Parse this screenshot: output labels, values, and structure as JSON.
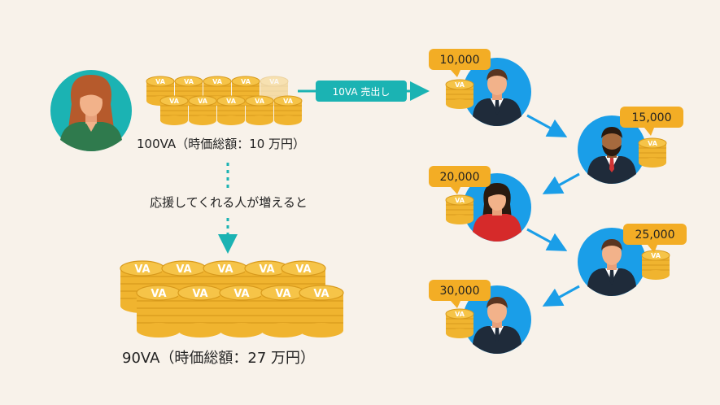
{
  "colors": {
    "background": "#f8f2ea",
    "teal": "#1bb3b3",
    "blue": "#1a9ee8",
    "coin_gold": "#f0b42f",
    "coin_dark": "#d89a1c",
    "badge": "#f3ad25",
    "text": "#222222"
  },
  "owner": {
    "holding_label": "100VA（時価総額：10 万円）",
    "sell_label": "10VA 売出し"
  },
  "support_label": "応援してくれる人が増えると",
  "result_label": "90VA（時価総額：27 万円）",
  "coin_mark": "VA",
  "buyers": [
    {
      "price": "10,000",
      "avatar": "man-suit-icon"
    },
    {
      "price": "15,000",
      "avatar": "man-beard-icon"
    },
    {
      "price": "20,000",
      "avatar": "woman-icon"
    },
    {
      "price": "25,000",
      "avatar": "man-suit-icon"
    },
    {
      "price": "30,000",
      "avatar": "man-suit-icon"
    }
  ]
}
